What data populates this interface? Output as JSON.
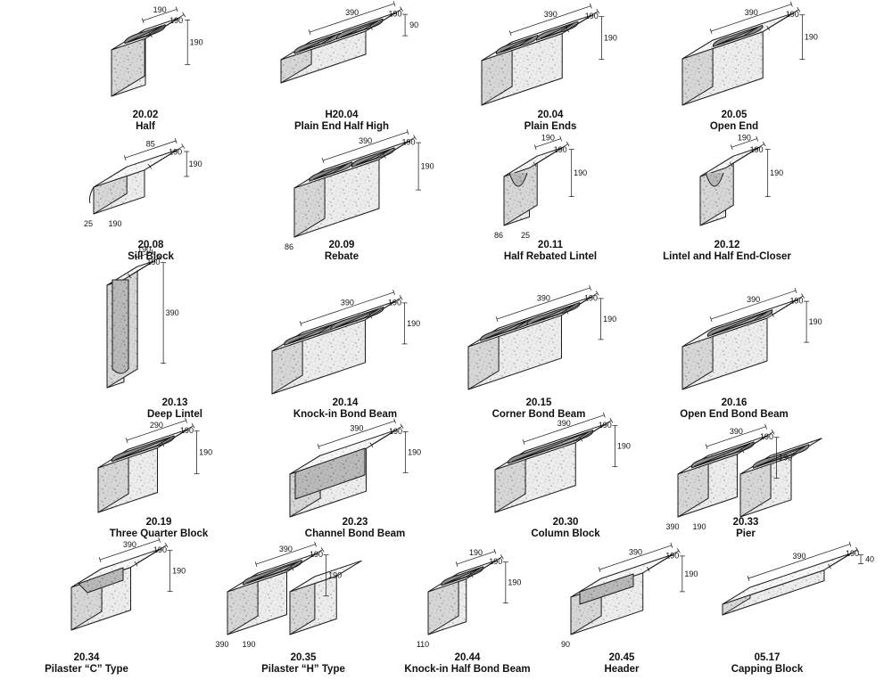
{
  "blocks": [
    {
      "code": "20.02",
      "name": "Half",
      "dims": {
        "length": "190",
        "width": "190",
        "height": "190"
      },
      "shape": "half"
    },
    {
      "code": "H20.04",
      "name": "Plain End Half High",
      "dims": {
        "length": "390",
        "width": "190",
        "height": "90"
      },
      "shape": "plainlow"
    },
    {
      "code": "20.04",
      "name": "Plain Ends",
      "dims": {
        "length": "390",
        "width": "190",
        "height": "190"
      },
      "shape": "plain"
    },
    {
      "code": "20.05",
      "name": "Open End",
      "dims": {
        "length": "390",
        "width": "190",
        "height": "190"
      },
      "shape": "openend"
    },
    {
      "code": "20.08",
      "name": "Sill Block",
      "dims": {
        "top": "85",
        "lip": "25",
        "width": "190",
        "height": "190",
        "bottom": "190"
      },
      "shape": "sill"
    },
    {
      "code": "20.09",
      "name": "Rebate",
      "dims": {
        "length": "390",
        "width": "190",
        "height": "190",
        "rebate": "86"
      },
      "shape": "rebate"
    },
    {
      "code": "20.11",
      "name": "Half Rebated Lintel",
      "dims": {
        "w1": "190",
        "w2": "190",
        "height": "190",
        "rebate": "86",
        "lip": "25"
      },
      "shape": "ulintel"
    },
    {
      "code": "20.12",
      "name": "Lintel and Half End-Closer",
      "dims": {
        "w1": "190",
        "w2": "190",
        "height": "190"
      },
      "shape": "ulintel"
    },
    {
      "code": "20.13",
      "name": "Deep Lintel",
      "dims": {
        "w1": "190",
        "w2": "190",
        "height": "390"
      },
      "shape": "deeplintel"
    },
    {
      "code": "20.14",
      "name": "Knock-in Bond Beam",
      "dims": {
        "length": "390",
        "width": "190",
        "height": "190"
      },
      "shape": "bondbeam"
    },
    {
      "code": "20.15",
      "name": "Corner Bond Beam",
      "dims": {
        "length": "390",
        "width": "190",
        "height": "190"
      },
      "shape": "bondbeam"
    },
    {
      "code": "20.16",
      "name": "Open End Bond Beam",
      "dims": {
        "length": "390",
        "width": "190",
        "height": "190"
      },
      "shape": "openbeam"
    },
    {
      "code": "20.19",
      "name": "Three Quarter Block",
      "dims": {
        "length": "290",
        "width": "190",
        "height": "190"
      },
      "shape": "threequarter"
    },
    {
      "code": "20.23",
      "name": "Channel Bond Beam",
      "dims": {
        "length": "390",
        "width": "190",
        "height": "190"
      },
      "shape": "channel"
    },
    {
      "code": "20.30",
      "name": "Column Block",
      "dims": {
        "length": "390",
        "width": "190",
        "height": "190"
      },
      "shape": "column"
    },
    {
      "code": "20.33",
      "name": "Pier",
      "dims": {
        "l1": "390",
        "l2": "390",
        "height": "190",
        "w1": "190",
        "w2": "190"
      },
      "shape": "pier"
    },
    {
      "code": "20.34",
      "name": "Pilaster “C” Type",
      "dims": {
        "width": "190",
        "length": "390",
        "height": "190"
      },
      "shape": "pilasterc"
    },
    {
      "code": "20.35",
      "name": "Pilaster  “H” Type",
      "dims": {
        "l1": "390",
        "l2": "390",
        "height": "190",
        "w1": "190",
        "w2": "190"
      },
      "shape": "pilasterh"
    },
    {
      "code": "20.44",
      "name": "Knock-in Half Bond Beam",
      "dims": {
        "w1": "190",
        "w2": "190",
        "height": "190",
        "knock": "110"
      },
      "shape": "halfbeam"
    },
    {
      "code": "20.45",
      "name": "Header",
      "dims": {
        "length": "390",
        "width": "190",
        "height": "190",
        "rebate": "90"
      },
      "shape": "header"
    },
    {
      "code": "05.17",
      "name": "Capping Block",
      "dims": {
        "length": "390",
        "width": "190",
        "height": "40"
      },
      "shape": "capping"
    }
  ]
}
